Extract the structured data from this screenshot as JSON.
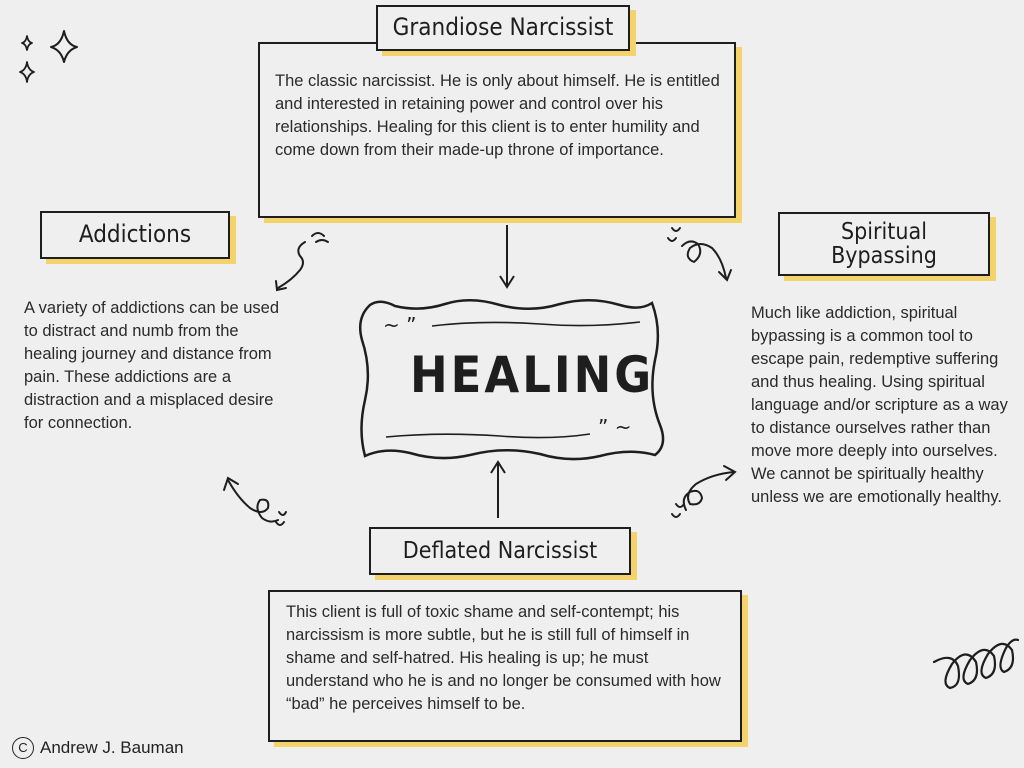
{
  "center": {
    "label": "HEALING"
  },
  "nodes": {
    "grandiose": {
      "title": "Grandiose Narcissist",
      "text": "The classic narcissist. He is only about himself. He is entitled and interested in retaining power and control over his relationships. Healing for this client is to enter humility and come down from their made-up throne of importance."
    },
    "addictions": {
      "title": "Addictions",
      "text": "A variety of addictions can be used to distract and numb from the healing journey and distance from pain. These addictions are a distraction and a misplaced desire for connection."
    },
    "spiritual": {
      "title_line1": "Spiritual",
      "title_line2": "Bypassing",
      "text": "Much like addiction, spiritual bypassing is a common tool to escape pain, redemptive suffering and thus healing. Using spiritual language and/or scripture as a way to distance ourselves rather than move more deeply into ourselves. We cannot be spiritually healthy unless we are emotionally healthy."
    },
    "deflated": {
      "title": "Deflated Narcissist",
      "text": "This client is full of toxic shame and self-contempt; his narcissism is more subtle, but he is still full of himself in shame and self-hatred. His healing is up; he must understand who he is and no longer be consumed with how “bad” he perceives himself to be."
    }
  },
  "credit": {
    "symbol": "C",
    "author": "Andrew J. Bauman"
  },
  "colors": {
    "accent": "#f3d36a",
    "ink": "#1e1e1e",
    "background": "#efefef"
  },
  "icons": [
    "sparkle-icon",
    "squiggle-icon",
    "curly-arrow-icon",
    "copyright-icon"
  ]
}
